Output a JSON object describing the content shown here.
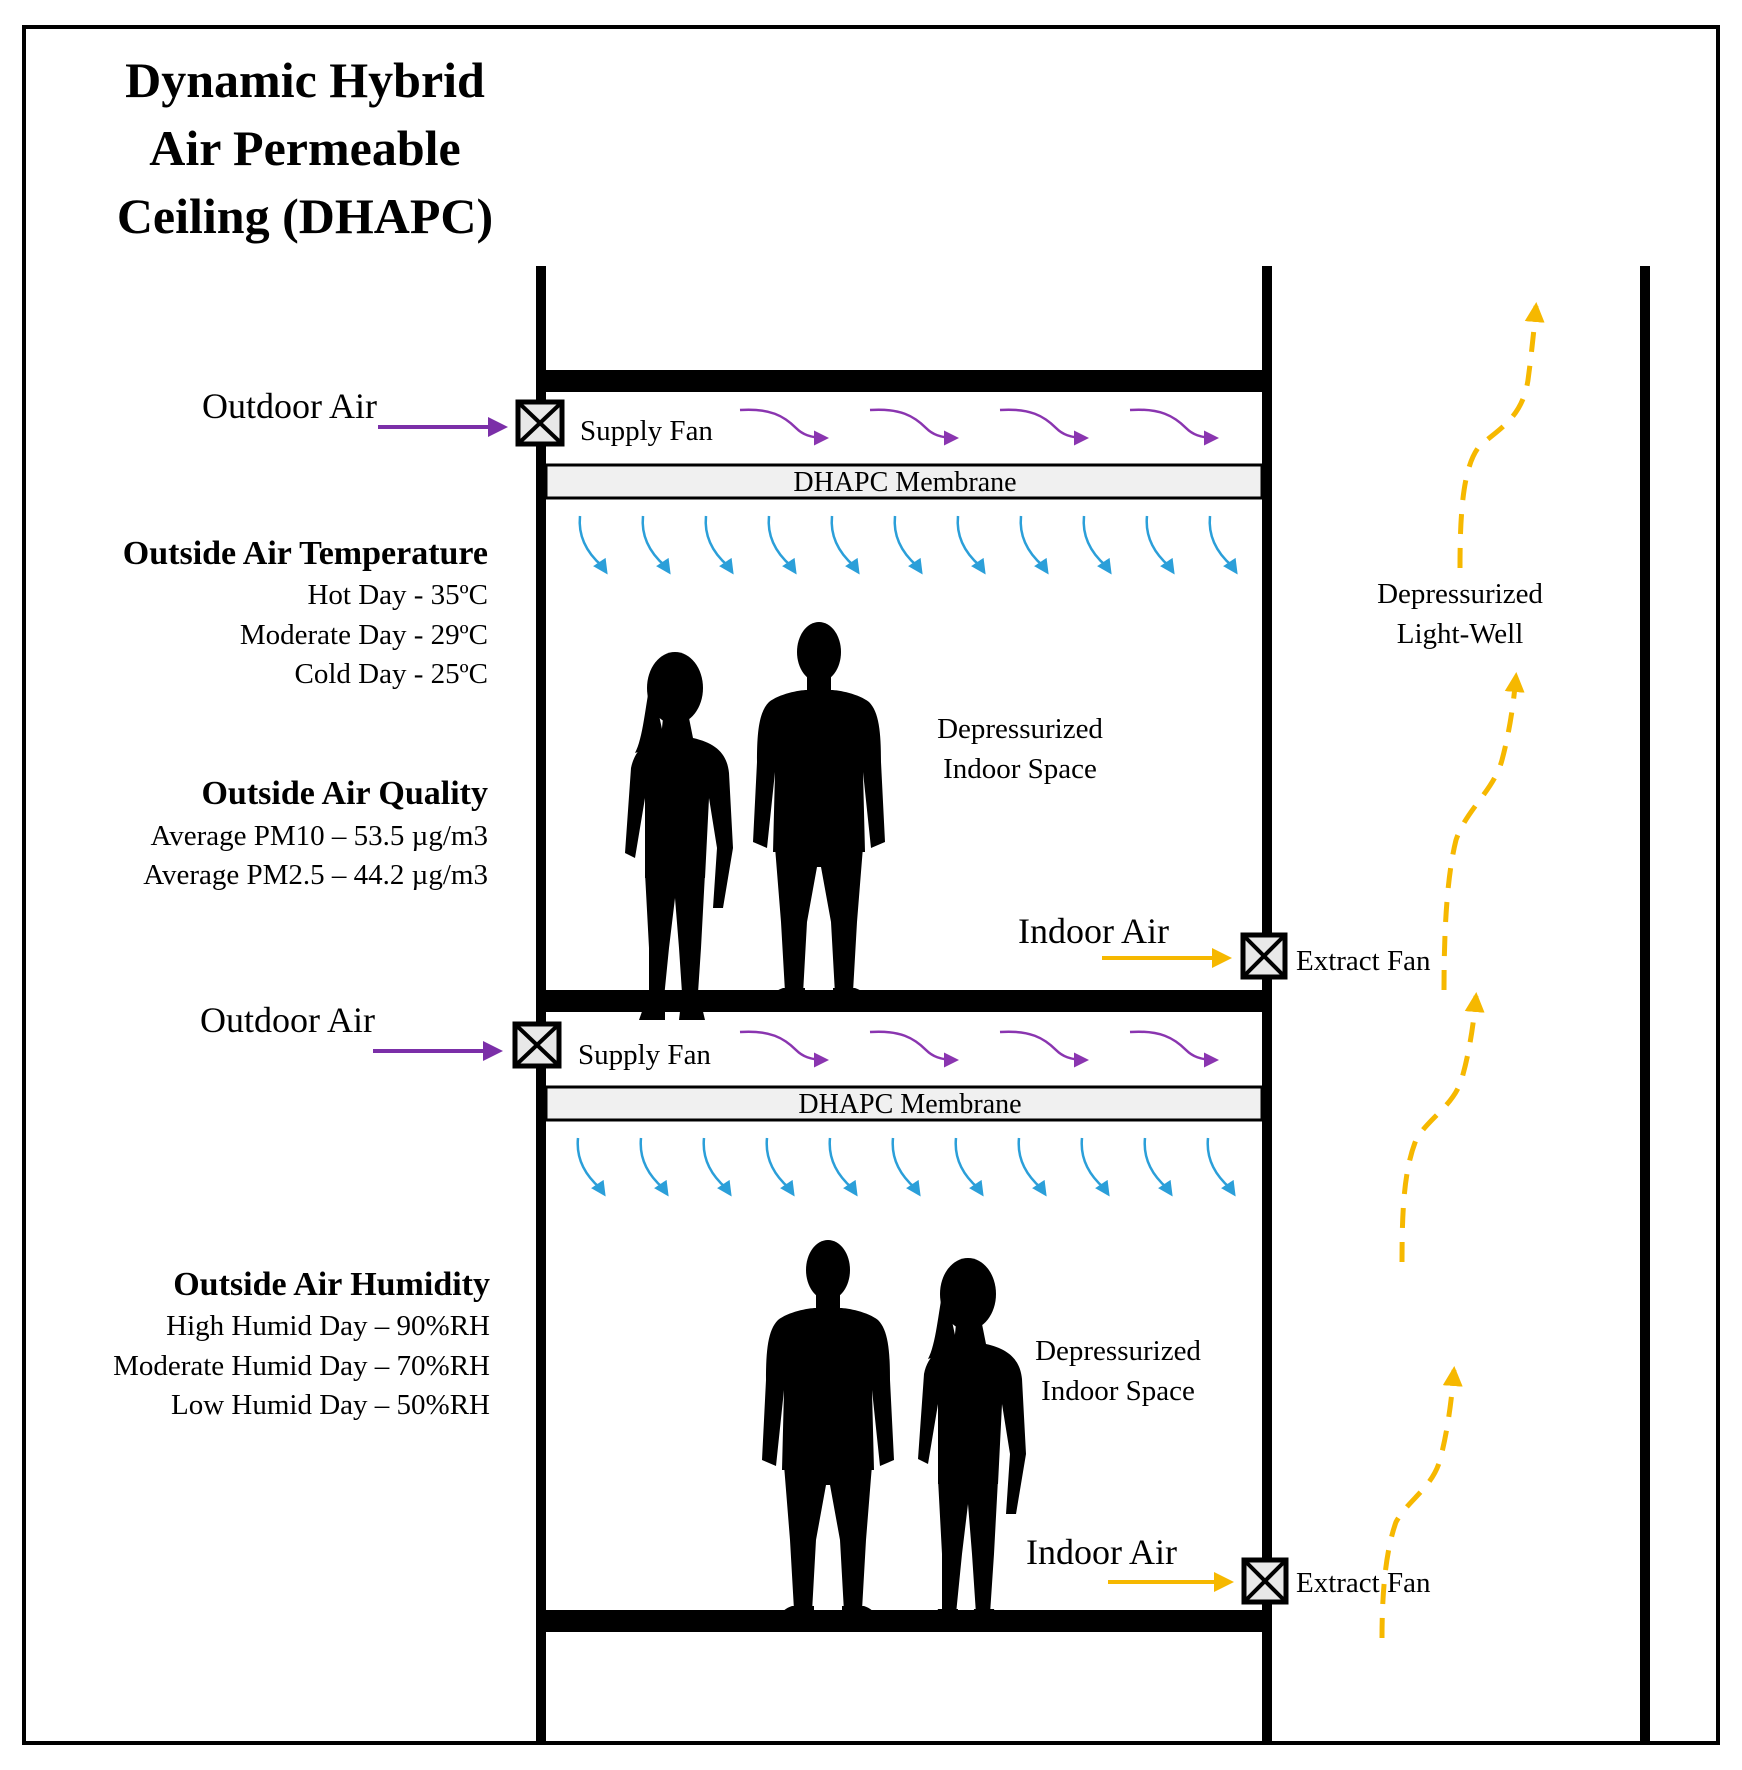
{
  "title": {
    "line1": "Dynamic Hybrid",
    "line2": "Air Permeable",
    "line3": "Ceiling (DHAPC)"
  },
  "temperature": {
    "heading": "Outside Air Temperature",
    "items": [
      "Hot Day - 35ºC",
      "Moderate Day - 29ºC",
      "Cold Day - 25ºC"
    ]
  },
  "quality": {
    "heading": "Outside Air Quality",
    "items": [
      "Average PM10 – 53.5 µg/m3",
      "Average PM2.5 – 44.2 µg/m3"
    ]
  },
  "humidity": {
    "heading": "Outside Air Humidity",
    "items": [
      "High Humid Day – 90%RH",
      "Moderate Humid Day – 70%RH",
      "Low Humid Day – 50%RH"
    ]
  },
  "floors": [
    {
      "outdoor_air": "Outdoor Air",
      "supply_fan": "Supply Fan",
      "membrane": "DHAPC Membrane",
      "space_line1": "Depressurized",
      "space_line2": "Indoor Space",
      "indoor_air": "Indoor Air",
      "extract_fan": "Extract Fan"
    },
    {
      "outdoor_air": "Outdoor Air",
      "supply_fan": "Supply Fan",
      "membrane": "DHAPC Membrane",
      "space_line1": "Depressurized",
      "space_line2": "Indoor Space",
      "indoor_air": "Indoor Air",
      "extract_fan": "Extract Fan"
    }
  ],
  "lightwell": {
    "line1": "Depressurized",
    "line2": "Light-Well"
  },
  "colors": {
    "outdoor_air": "#7b2fa8",
    "supply_flow": "#8a35b0",
    "room_flow": "#2b9fd9",
    "extract_flow": "#f6b800",
    "membrane_fill": "#f0f0f0",
    "structure": "#000000"
  }
}
